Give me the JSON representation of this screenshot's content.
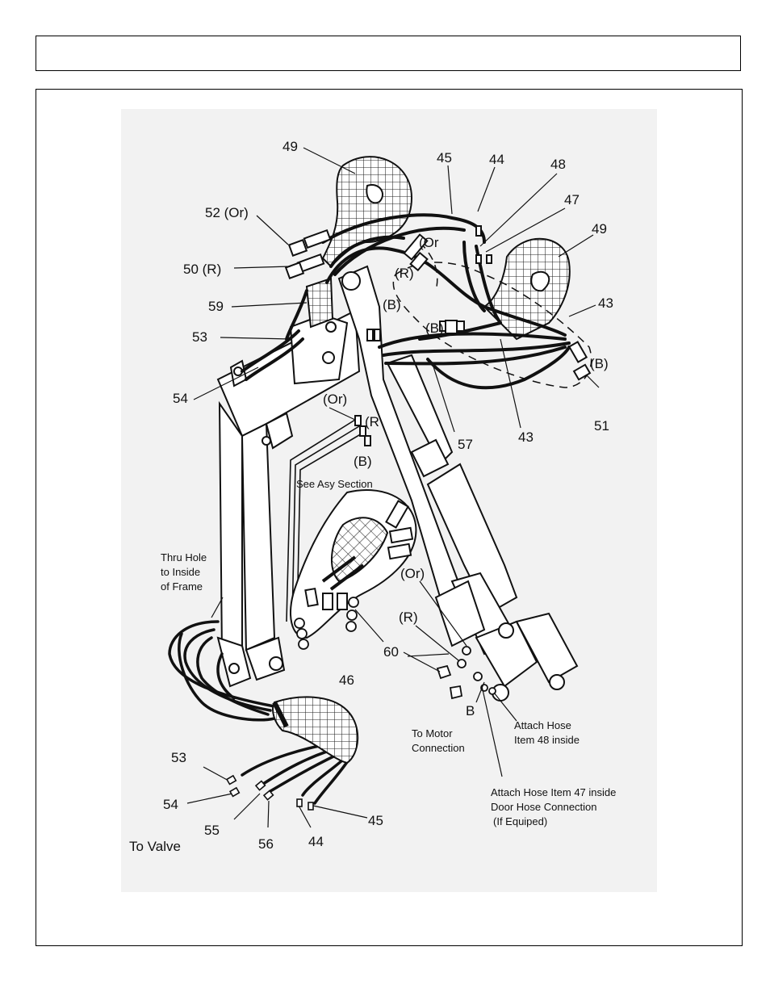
{
  "header": {
    "title": ""
  },
  "labels": {
    "l49a": "49",
    "l45a": "45",
    "l44a": "44",
    "l48": "48",
    "l47": "47",
    "l49b": "49",
    "l52or": "52 (Or)",
    "l50r": "50 (R)",
    "l_or_top": "(Or",
    "l_r_top": "(R)",
    "l_b_top": "(B)",
    "l59": "59",
    "l53a": "53",
    "l_b_mid": "(B)",
    "l43a": "43",
    "l_b_right": "(B)",
    "l54a": "54",
    "l_or_mid": "(Or)",
    "l_r_mid": "(R",
    "l_b_low": "(B)",
    "l57": "57",
    "l43b": "43",
    "l51": "51",
    "l_or_low": "(Or)",
    "l_r_low": "(R)",
    "l60": "60",
    "l46": "46",
    "lB": "B",
    "l53b": "53",
    "l54b": "54",
    "l55": "55",
    "l56": "56",
    "l44b": "44",
    "l45b": "45"
  },
  "notes": {
    "see_asy": "See Asy Section",
    "thru_1": "Thru Hole",
    "thru_2": "to Inside",
    "thru_3": "of Frame",
    "motor_1": "To Motor",
    "motor_2": "Connection",
    "h48_1": "Attach Hose",
    "h48_2": "Item 48 inside",
    "h47_1": "Attach Hose Item 47 inside",
    "h47_2": "Door Hose Connection",
    "h47_3": "(If Equiped)",
    "to_valve": "To Valve"
  }
}
